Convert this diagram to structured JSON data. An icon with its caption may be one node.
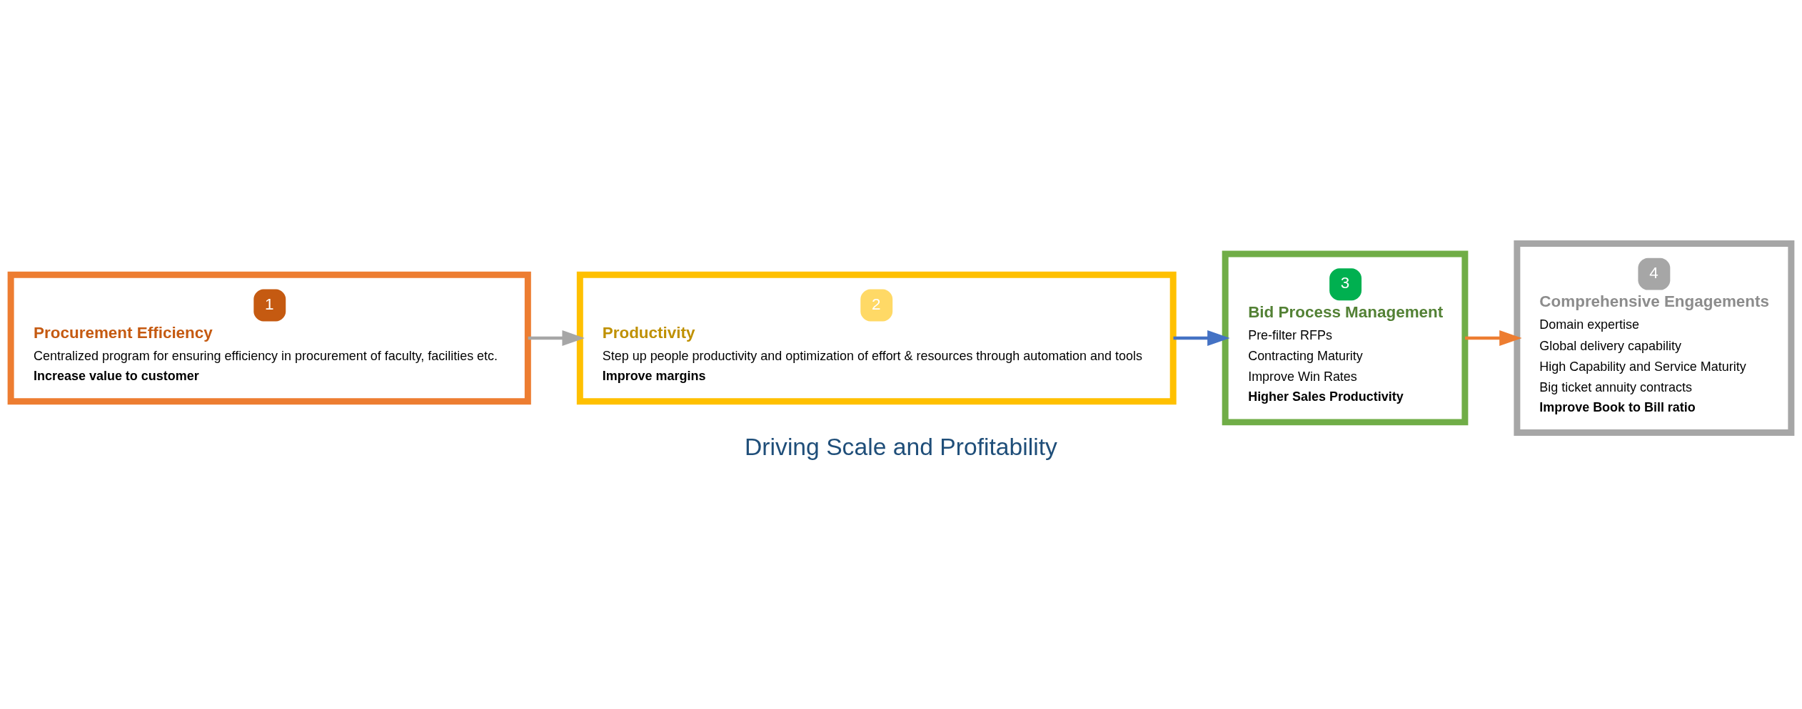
{
  "diagram": {
    "title": "Driving Scale and Profitability",
    "nodes": [
      {
        "text": [
          "1",
          "Procurement Efficiency",
          "Centralized program for ensuring efficiency in procurement of faculty, facilities etc.",
          "Increase value to customer"
        ]
      },
      {
        "text": [
          "2",
          "Productivity",
          "Step up people productivity and optimization of effort & resources through automation and tools",
          "Improve margins"
        ]
      },
      {
        "text": [
          "3",
          "Bid Process Management",
          "Pre-filter RFPs",
          "Contracting Maturity",
          "Improve Win Rates",
          "Higher Sales Productivity"
        ]
      },
      {
        "text": [
          "4",
          "Comprehensive Engagements",
          "Domain expertise",
          "Global delivery capability",
          "High Capability and Service Maturity",
          "Big ticket annuity contracts",
          "Improve Book to Bill ratio"
        ]
      }
    ],
    "edges": [
      {
        "from": 0,
        "to": 1,
        "arrow": "to",
        "color": "#a6a6a6"
      },
      {
        "from": 1,
        "to": 2,
        "arrow": "to",
        "color": "#4472c4"
      },
      {
        "from": 2,
        "to": 3,
        "arrow": "to",
        "color": "#ed7d31"
      }
    ]
  }
}
